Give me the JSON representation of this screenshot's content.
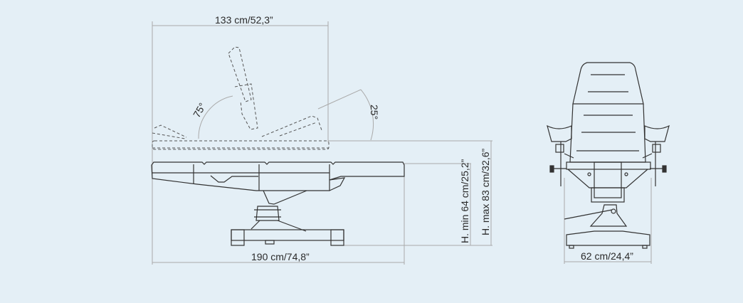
{
  "side_view": {
    "open_length": "133 cm/52,3”",
    "total_length": "190 cm/74,8”",
    "backrest_angle": "75°",
    "legrest_angle": "25°",
    "min_height": "H. min 64 cm/25,2”",
    "max_height": "H. max 83 cm/32,6”"
  },
  "front_view": {
    "width": "62 cm/24,4”"
  },
  "colors": {
    "background": "#e4eff6",
    "line": "#333333",
    "dim_line": "#a8a8a8"
  }
}
